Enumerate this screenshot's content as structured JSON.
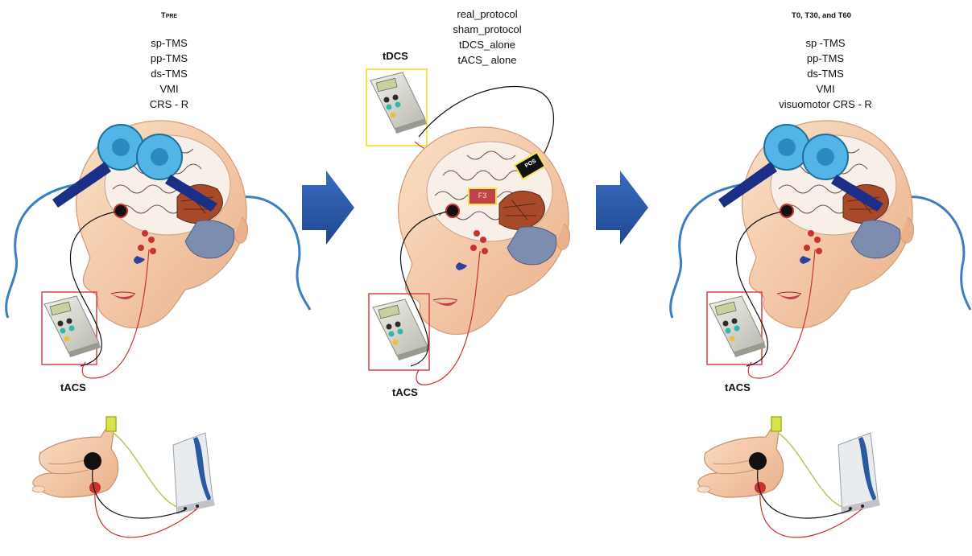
{
  "pre": {
    "title": "TPRE",
    "tests": [
      "sp-TMS",
      "pp-TMS",
      "ds-TMS",
      "VMI",
      "CRS - R"
    ],
    "device_label": "tACS"
  },
  "intervention": {
    "protocols": [
      "real_protocol",
      "sham_protocol",
      "tDCS_alone",
      "tACS_ alone"
    ],
    "device_top_label": "tDCS",
    "device_bottom_label": "tACS",
    "electrode_f3": "F3",
    "electrode_pos": "POS"
  },
  "post": {
    "title": "T0, T30, and T60",
    "tests": [
      "sp -TMS",
      "pp-TMS",
      "ds-TMS",
      "VMI",
      "visuomotor CRS - R"
    ],
    "device_label": "tACS"
  },
  "colors": {
    "arrow": "#2c5aa8",
    "coil": "#3fa6dc",
    "coil_handle": "#1c2f86",
    "cable": "#3a7fc4",
    "skin": "#f4c9a2",
    "box_red": "#d9434a",
    "box_yellow": "#f2e64a"
  }
}
